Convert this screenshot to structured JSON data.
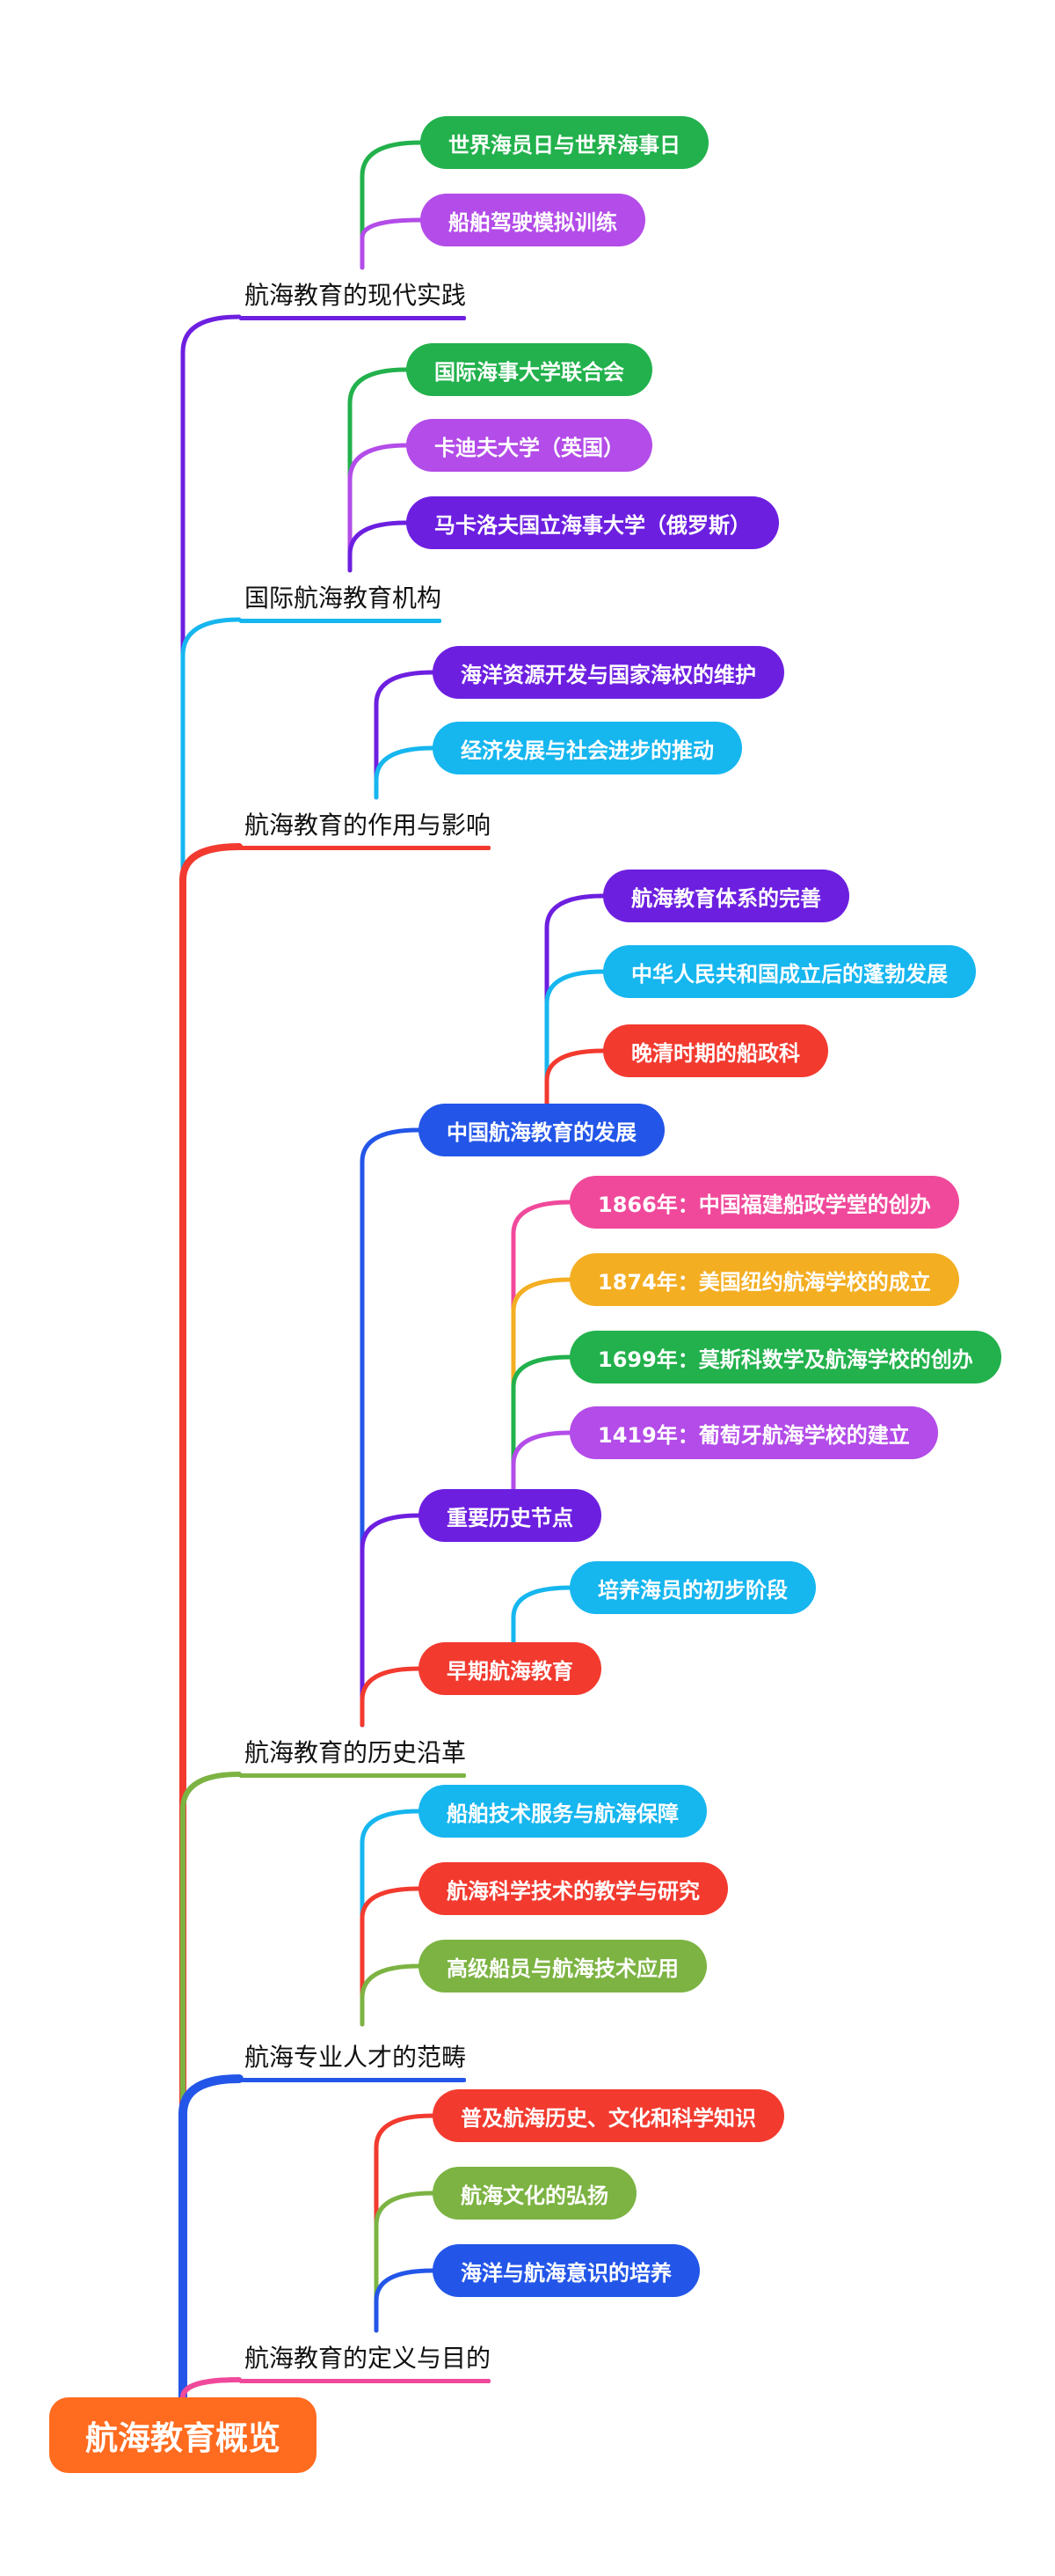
{
  "root": {
    "label": "航海教育概览",
    "color": "#ff6b1f"
  },
  "colors": {
    "purple": "#6d1fe0",
    "cyan": "#16b6ef",
    "red": "#f23a2f",
    "olive": "#7cb342",
    "blue": "#2356e8",
    "pink": "#f0499b",
    "green": "#22b14c",
    "violet": "#b34ce8",
    "orange": "#f4ae22"
  },
  "branches": {
    "modern": {
      "label": "航海教育的现代实践",
      "items": [
        "世界海员日与世界海事日",
        "船舶驾驶模拟训练"
      ]
    },
    "institutions": {
      "label": "国际航海教育机构",
      "items": [
        "国际海事大学联合会",
        "卡迪夫大学（英国）",
        "马卡洛夫国立海事大学（俄罗斯）"
      ]
    },
    "impact": {
      "label": "航海教育的作用与影响",
      "items": [
        "海洋资源开发与国家海权的维护",
        "经济发展与社会进步的推动"
      ]
    },
    "history": {
      "label": "航海教育的历史沿革",
      "china": {
        "label": "中国航海教育的发展",
        "items": [
          "航海教育体系的完善",
          "中华人民共和国成立后的蓬勃发展",
          "晚清时期的船政科"
        ]
      },
      "milestones": {
        "label": "重要历史节点",
        "items": [
          "1866年：中国福建船政学堂的创办",
          "1874年：美国纽约航海学校的成立",
          "1699年：莫斯科数学及航海学校的创办",
          "1419年：葡萄牙航海学校的建立"
        ]
      },
      "early": {
        "label": "早期航海教育",
        "items": [
          "培养海员的初步阶段"
        ]
      }
    },
    "talent": {
      "label": "航海专业人才的范畴",
      "items": [
        "船舶技术服务与航海保障",
        "航海科学技术的教学与研究",
        "高级船员与航海技术应用"
      ]
    },
    "definition": {
      "label": "航海教育的定义与目的",
      "items": [
        "普及航海历史、文化和科学知识",
        "航海文化的弘扬",
        "海洋与航海意识的培养"
      ]
    }
  }
}
